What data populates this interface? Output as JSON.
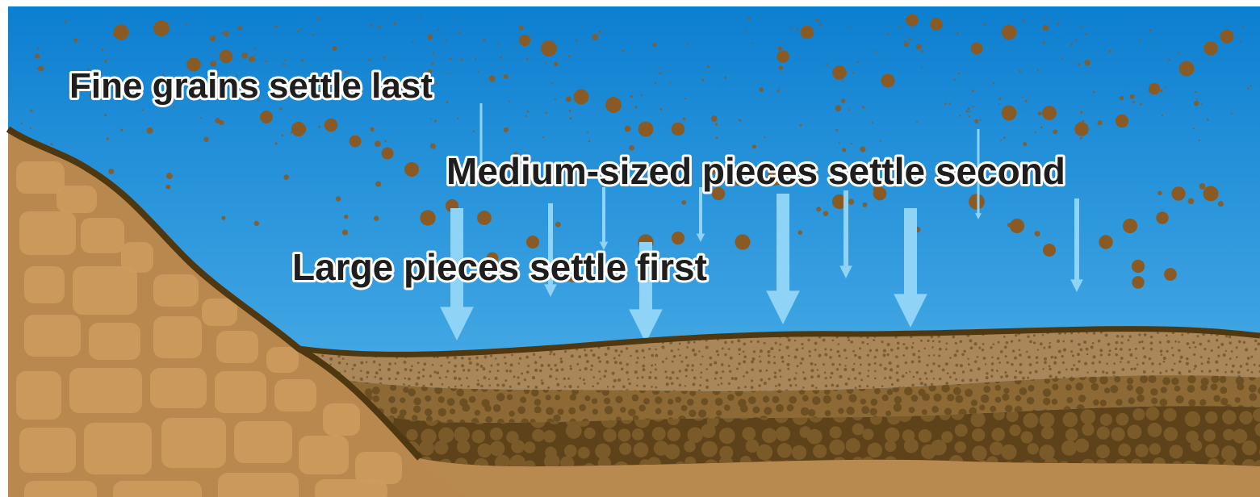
{
  "labels": {
    "fine": "Fine grains settle last",
    "medium": "Medium-sized pieces settle second",
    "large": "Large pieces settle first"
  },
  "colors": {
    "water_top": "#0d7fd0",
    "water_bottom": "#57b7ec",
    "arrow": "#8fd3f7",
    "grain": "#8a5a24",
    "rock_base": "#b9884f",
    "rock_block": "#cc9c5d",
    "dark_edge": "#4f3710",
    "fine_layer": "#a9875a",
    "medium_layer": "#8d6a35",
    "coarse_layer": "#5e431a",
    "bottom_layer": "#b98a50",
    "label_text": "#1e1e1e",
    "label_outline": "#ffffff"
  }
}
